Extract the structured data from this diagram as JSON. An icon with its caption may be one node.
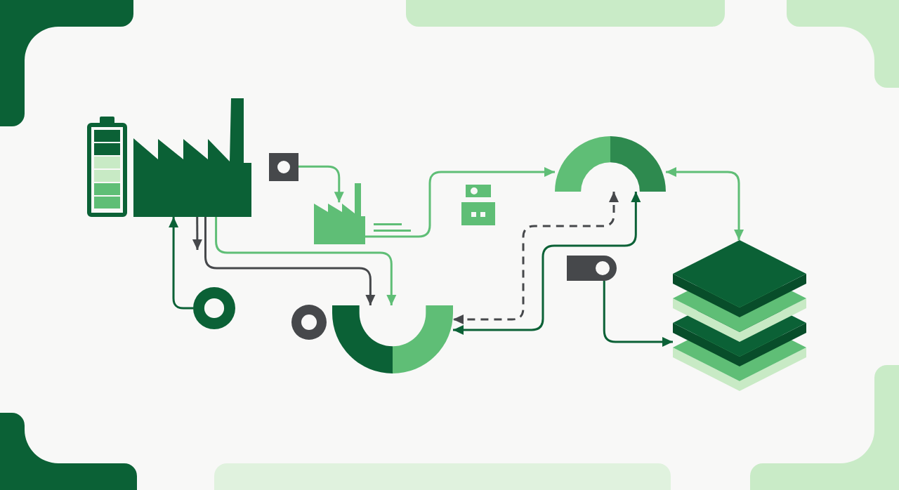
{
  "diagram": {
    "nodes": [
      {
        "text": [],
        "shape": "picture"
      },
      {
        "text": [],
        "shape": "box"
      },
      {
        "text": [],
        "shape": "picture"
      },
      {
        "text": [],
        "shape": "arc"
      },
      {
        "text": [],
        "shape": "circle"
      },
      {
        "text": [],
        "shape": "arc"
      },
      {
        "text": [],
        "shape": "tag"
      },
      {
        "text": [],
        "shape": "stack"
      }
    ],
    "edges": [
      {
        "from": 4,
        "to": 0,
        "arrow": "to",
        "color": "#0b6136"
      },
      {
        "from": 0,
        "to": null,
        "arrow": "to",
        "color": "#46484b"
      },
      {
        "from": 0,
        "to": 5,
        "arrow": "to",
        "color": "#46484b"
      },
      {
        "from": 0,
        "to": 5,
        "arrow": "to"
      },
      {
        "from": 1,
        "to": 2,
        "arrow": "to"
      },
      {
        "from": 2,
        "to": 3,
        "arrow": "to"
      },
      {
        "from": 3,
        "to": 7,
        "arrow": "both"
      },
      {
        "from": 3,
        "to": 5,
        "arrow": "both",
        "style": "dashed",
        "color": "#46484b"
      },
      {
        "from": 5,
        "to": 3,
        "arrow": "both",
        "color": "#0b6136"
      },
      {
        "from": 6,
        "to": 7,
        "arrow": "to",
        "color": "#0b6136"
      }
    ]
  }
}
